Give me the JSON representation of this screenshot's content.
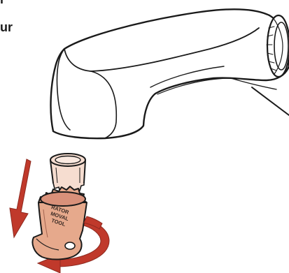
{
  "text_fragments": {
    "top": "r",
    "middle": "ur"
  },
  "tool_label": {
    "line1": "RATOR",
    "line2": "MOVAL",
    "line3": "TOOL"
  },
  "colors": {
    "outline": "#1a1a1a",
    "arrow_red": "#c0392b",
    "tool_fill": "#e6a98c",
    "aerator_fill": "#f6ddd0",
    "faucet_fill": "#ffffff"
  },
  "icons": [
    "down-arrow-icon",
    "rotate-arrow-icon"
  ]
}
